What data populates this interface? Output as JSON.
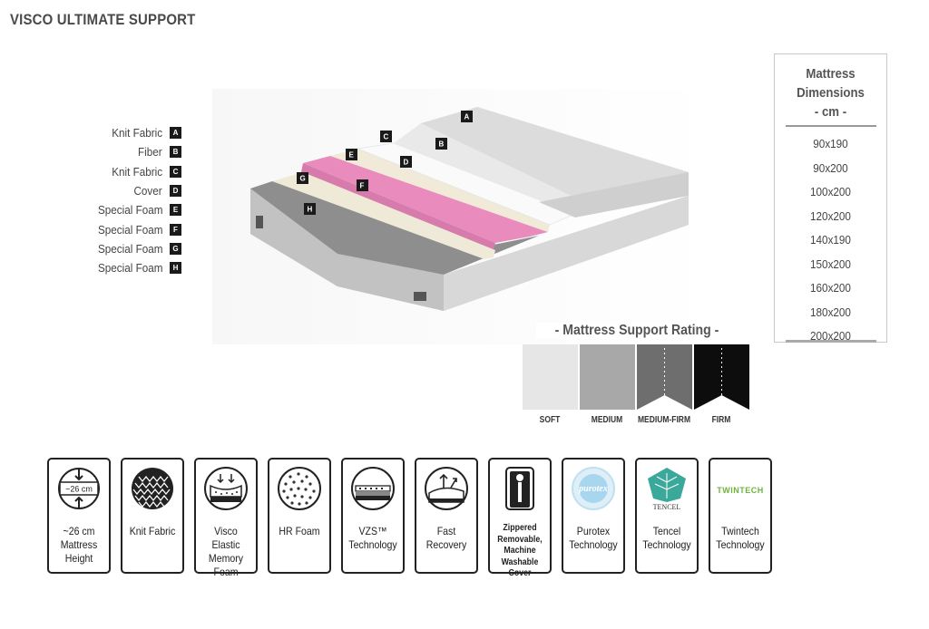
{
  "title": "VISCO ULTIMATE SUPPORT",
  "layers": [
    {
      "label": "Knit Fabric",
      "code": "A"
    },
    {
      "label": "Fiber",
      "code": "B"
    },
    {
      "label": "Knit Fabric",
      "code": "C"
    },
    {
      "label": "Cover",
      "code": "D"
    },
    {
      "label": "Special Foam",
      "code": "E"
    },
    {
      "label": "Special Foam",
      "code": "F"
    },
    {
      "label": "Special Foam",
      "code": "G"
    },
    {
      "label": "Special Foam",
      "code": "H"
    }
  ],
  "dimensions": {
    "title_line1": "Mattress",
    "title_line2": "Dimensions",
    "title_line3": "- cm -",
    "sizes": [
      "90x190",
      "90x200",
      "100x200",
      "120x200",
      "140x190",
      "150x200",
      "160x200",
      "180x200",
      "200x200"
    ]
  },
  "rating": {
    "title": "- Mattress Support Rating -",
    "levels": [
      {
        "label": "SOFT",
        "color": "#e6e6e6"
      },
      {
        "label": "MEDIUM",
        "color": "#a8a8a8"
      },
      {
        "label": "MEDIUM-FIRM",
        "color": "#6e6e6e"
      },
      {
        "label": "FIRM",
        "color": "#0d0d0d"
      }
    ]
  },
  "features": [
    {
      "caption": "~26 cm Mattress Height",
      "icon_text": "~26 cm"
    },
    {
      "caption": "Knit Fabric"
    },
    {
      "caption": "Visco Elastic Memory Foam"
    },
    {
      "caption": "HR Foam"
    },
    {
      "caption": "VZS™ Technology"
    },
    {
      "caption": "Fast Recovery"
    },
    {
      "caption": "Zippered Removable, Machine Washable Cover"
    },
    {
      "caption": "Purotex Technology",
      "icon_text": "purotex"
    },
    {
      "caption": "Tencel Technology",
      "icon_text": "TENCEL"
    },
    {
      "caption": "Twintech Technology",
      "icon_text": "TWINTECH"
    }
  ],
  "colors": {
    "pink_layer": "#e98bbd",
    "tencel_green": "#3aa89a",
    "twintech_green": "#6fb33c",
    "purotex_blue": "#7fc3e6"
  }
}
